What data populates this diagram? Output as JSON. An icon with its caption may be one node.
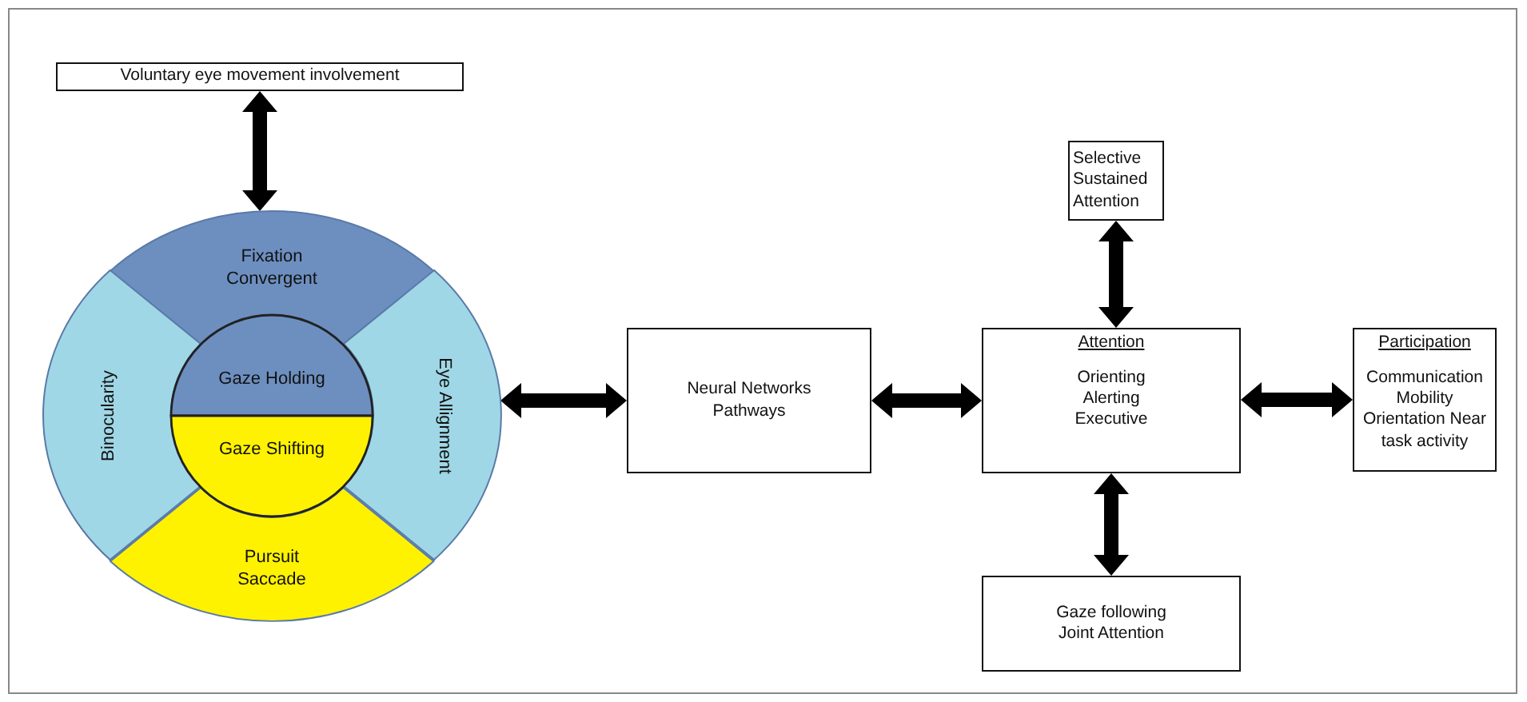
{
  "diagram": {
    "nodes": [
      {
        "text": [
          "Voluntary eye movement involvement"
        ]
      },
      {
        "text": [],
        "shape": "circle"
      },
      {
        "text": [
          "Fixation Convergent"
        ],
        "in": 1
      },
      {
        "text": [
          "Binocularity"
        ],
        "in": 1
      },
      {
        "text": [
          "Eye Allignment"
        ],
        "in": 1
      },
      {
        "text": [
          "Pursuit Saccade"
        ],
        "in": 1
      },
      {
        "text": [
          "Gaze Holding"
        ],
        "in": 1
      },
      {
        "text": [
          "Gaze Shifting"
        ],
        "in": 1
      },
      {
        "text": [
          "Neural Networks Pathways"
        ]
      },
      {
        "text": [
          "Selective Sustained Attention"
        ]
      },
      {
        "text": [
          "Attention",
          "Orienting Alerting Executive"
        ]
      },
      {
        "text": [
          "Participation",
          "Communication Mobility Orientation Near task activity"
        ]
      },
      {
        "text": [
          "Gaze following Joint Attention"
        ]
      }
    ],
    "edges": [
      {
        "from": 0,
        "to": 1,
        "arrow": "both"
      },
      {
        "from": 8,
        "to": 1,
        "arrow": "both"
      },
      {
        "from": 8,
        "to": 10,
        "arrow": "both"
      },
      {
        "from": 9,
        "to": 10,
        "arrow": "both"
      },
      {
        "from": 10,
        "to": 11,
        "arrow": "both"
      },
      {
        "from": 10,
        "to": 12,
        "arrow": "both"
      }
    ]
  }
}
